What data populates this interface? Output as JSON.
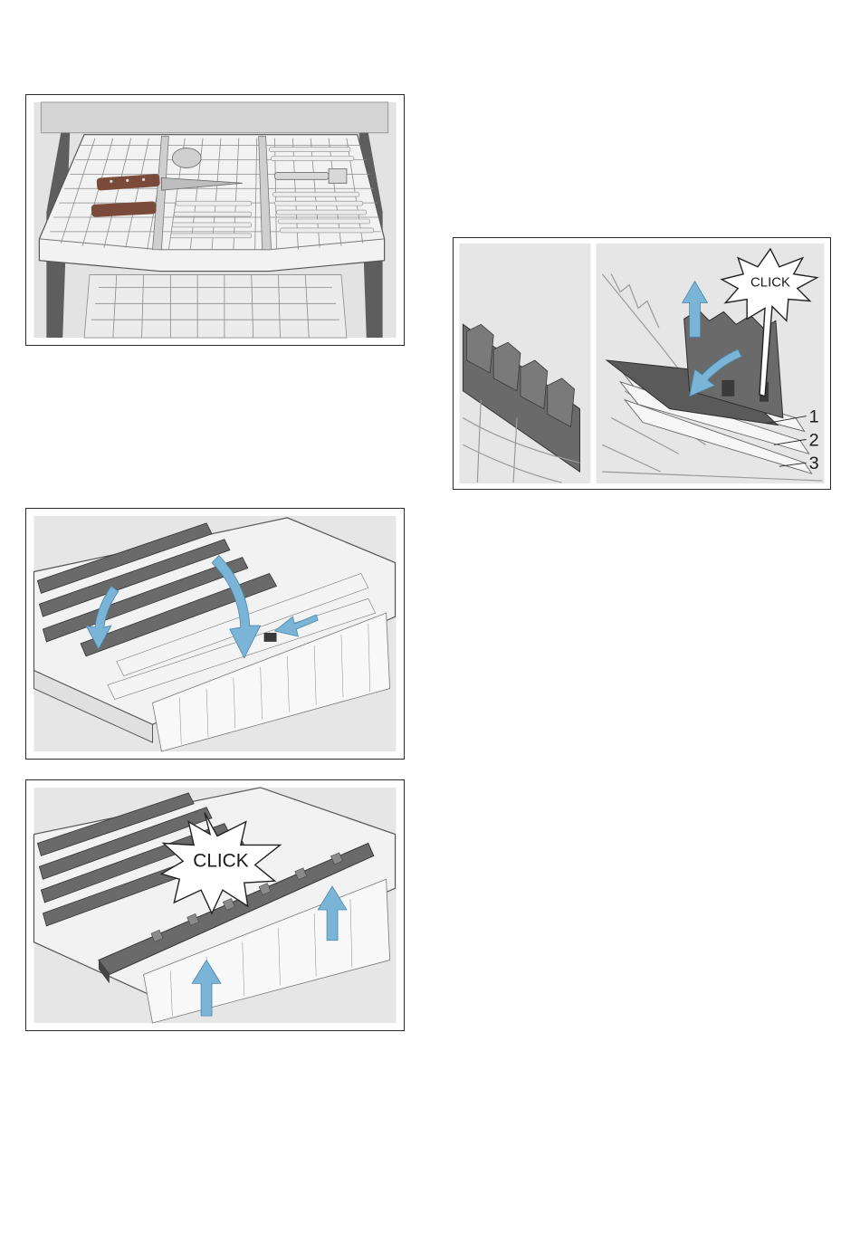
{
  "figures": [
    {
      "id": "cutlery-drawer",
      "labels": []
    },
    {
      "id": "rack-tines",
      "click_label": "CLICK",
      "callouts": [
        "1",
        "2",
        "3"
      ]
    },
    {
      "id": "fold-down-rack",
      "labels": []
    },
    {
      "id": "raise-rack",
      "click_label": "CLICK"
    }
  ],
  "colors": {
    "arrow": "#7ab5d8",
    "panel_bg": "#e6e6e6",
    "metal": "#9a9a9a",
    "dark_plastic": "#5a5a5a"
  }
}
